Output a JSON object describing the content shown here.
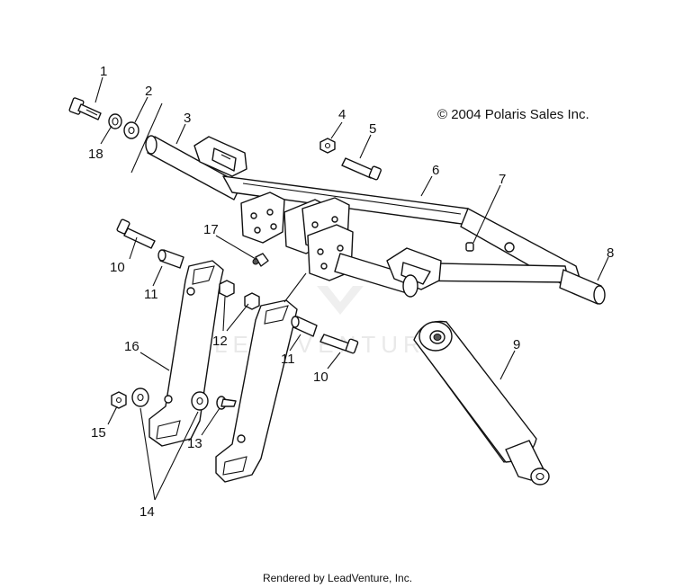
{
  "copyright": "© 2004 Polaris Sales Inc.",
  "footer": "Rendered by LeadVenture, Inc.",
  "watermark": "LEADVENTURE",
  "callouts": [
    {
      "id": "c1",
      "text": "1"
    },
    {
      "id": "c2",
      "text": "2"
    },
    {
      "id": "c3",
      "text": "3"
    },
    {
      "id": "c4",
      "text": "4"
    },
    {
      "id": "c5",
      "text": "5"
    },
    {
      "id": "c6",
      "text": "6"
    },
    {
      "id": "c7",
      "text": "7"
    },
    {
      "id": "c8",
      "text": "8"
    },
    {
      "id": "c9",
      "text": "9"
    },
    {
      "id": "c10a",
      "text": "10"
    },
    {
      "id": "c10b",
      "text": "10"
    },
    {
      "id": "c11a",
      "text": "11"
    },
    {
      "id": "c11b",
      "text": "11"
    },
    {
      "id": "c12",
      "text": "12"
    },
    {
      "id": "c13",
      "text": "13"
    },
    {
      "id": "c14",
      "text": "14"
    },
    {
      "id": "c15",
      "text": "15"
    },
    {
      "id": "c16",
      "text": "16"
    },
    {
      "id": "c17",
      "text": "17"
    },
    {
      "id": "c18",
      "text": "18"
    }
  ]
}
